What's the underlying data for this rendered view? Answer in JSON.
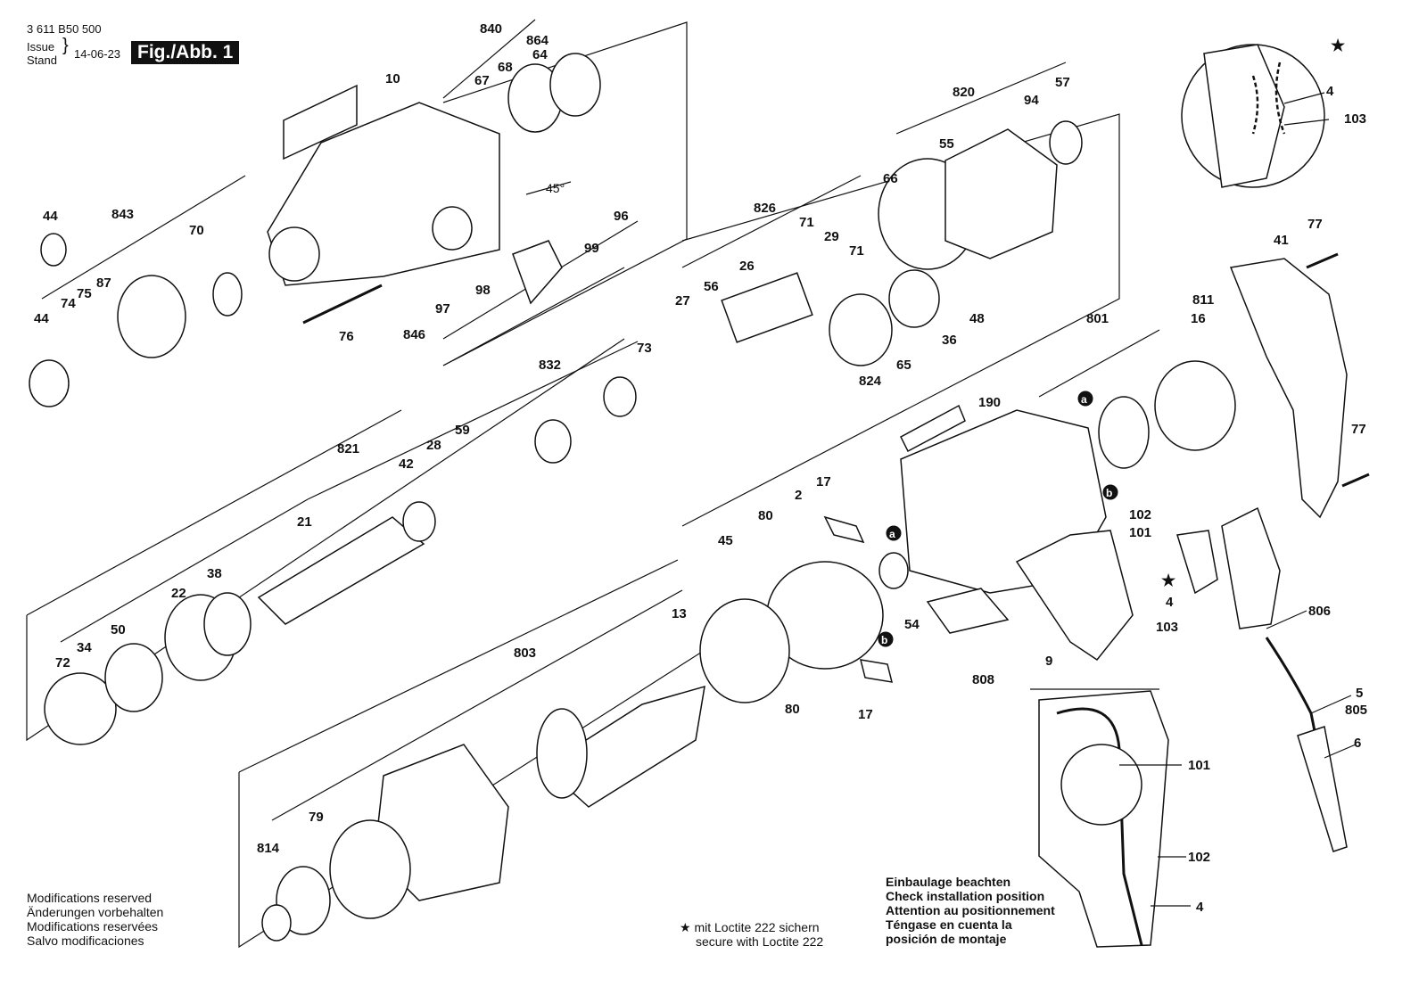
{
  "header": {
    "doc_number": "3 611 B50 500",
    "issue_label": "Issue",
    "stand_label": "Stand",
    "issue_date": "14-06-23",
    "figure_label": "Fig./Abb. 1"
  },
  "footer": {
    "modifications": [
      "Modifications reserved",
      "Änderungen vorbehalten",
      "Modifications reservées",
      "Salvo modificaciones"
    ],
    "loctite_line1": "mit Loctite 222 sichern",
    "loctite_line2": "secure with Loctite 222",
    "installation": [
      "Einbaulage beachten",
      "Check installation position",
      "Attention au positionnement",
      "Téngase en cuenta la",
      "posición de montaje"
    ]
  },
  "diagram": {
    "angle_label": "45°",
    "star": "★",
    "circle_markers": [
      "a",
      "a",
      "b",
      "b"
    ],
    "part_labels": [
      "840",
      "864",
      "67",
      "68",
      "64",
      "10",
      "44",
      "843",
      "70",
      "44",
      "74",
      "75",
      "87",
      "76",
      "97",
      "846",
      "98",
      "99",
      "96",
      "820",
      "94",
      "57",
      "55",
      "66",
      "826",
      "71",
      "29",
      "71",
      "27",
      "56",
      "26",
      "48",
      "36",
      "65",
      "824",
      "73",
      "832",
      "821",
      "42",
      "28",
      "59",
      "21",
      "38",
      "22",
      "50",
      "34",
      "72",
      "45",
      "80",
      "2",
      "17",
      "54",
      "80",
      "17",
      "13",
      "803",
      "79",
      "814",
      "190",
      "801",
      "811",
      "16",
      "41",
      "77",
      "77",
      "102",
      "101",
      "4",
      "103",
      "806",
      "9",
      "808",
      "5",
      "805",
      "6",
      "4",
      "103",
      "101",
      "102",
      "4"
    ]
  }
}
